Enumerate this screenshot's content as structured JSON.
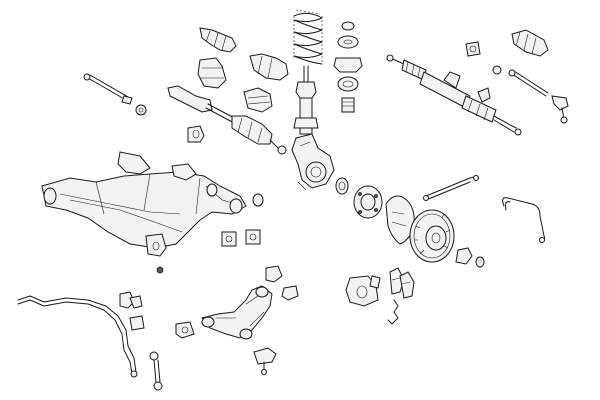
{
  "diagram": {
    "subject": "front-axle-suspension-exploded-view",
    "colors": {
      "line": "#1a1a1a",
      "fill": "#f2f2f2",
      "shade": "#555555",
      "background": "#ffffff"
    },
    "parts": [
      "cv-boot",
      "drive-shaft",
      "tie-rod",
      "coil-spring",
      "shock-absorber",
      "strut-mount",
      "steering-rack",
      "steering-knuckle",
      "subframe",
      "wheel-hub",
      "brake-disc",
      "brake-shield",
      "abs-sensor",
      "brake-caliper",
      "brake-pads",
      "control-arm",
      "stabilizer-bar",
      "stabilizer-link",
      "bushing"
    ]
  }
}
